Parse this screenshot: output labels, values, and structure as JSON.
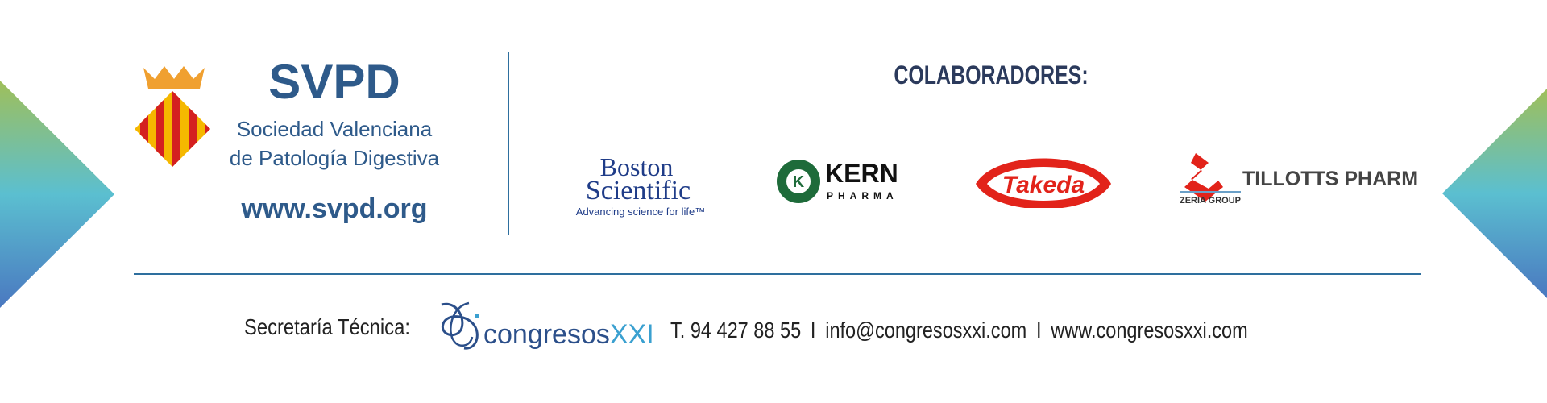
{
  "svpd": {
    "acronym": "SVPD",
    "name_line1": "Sociedad Valenciana",
    "name_line2": "de Patología Digestiva",
    "website": "www.svpd.org"
  },
  "colaboradores": {
    "heading": "COLABORADORES:",
    "sponsors": [
      {
        "name_line1": "Boston",
        "name_line2": "Scientific",
        "tagline": "Advancing science for life™"
      },
      {
        "name": "KERN",
        "sub": "PHARMA"
      },
      {
        "name": "Takeda"
      },
      {
        "name": "TILLOTTS PHARMA",
        "sub": "ZERIA GROUP"
      }
    ]
  },
  "footer": {
    "label": "Secretaría Técnica:",
    "company_main": "congresos",
    "company_suffix": "XXI",
    "phone": "T. 94 427 88 55",
    "separator": "I",
    "email": "info@congresosxxi.com",
    "website": "www.congresosxxi.com"
  },
  "colors": {
    "brand_blue": "#2e5a8a",
    "divider_blue": "#2e6f9e",
    "crown_orange": "#f0a030",
    "shield_red": "#d42020",
    "shield_yellow": "#f5b800",
    "takeda_red": "#e2231a",
    "kern_green": "#1e6b3a"
  }
}
